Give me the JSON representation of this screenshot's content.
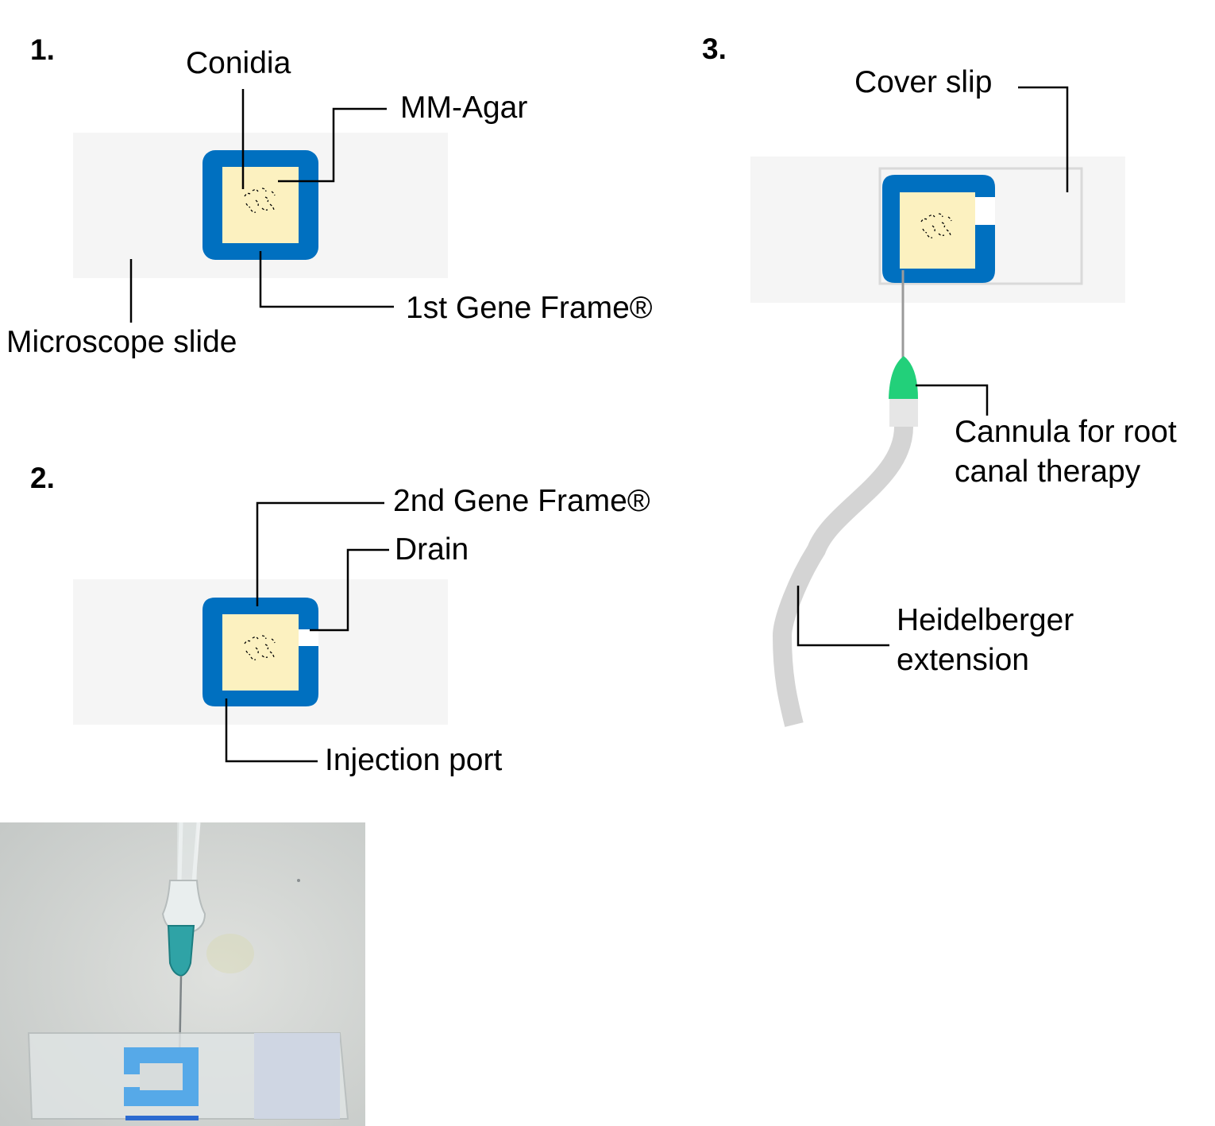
{
  "colors": {
    "slide": "#f5f5f5",
    "gene_frame": "#0070c0",
    "agar": "#fcf1c0",
    "cannula_hub": "#22d07a",
    "extension": "#d4d4d4",
    "cover_slip_border": "#d9d9d9"
  },
  "panel1": {
    "step": "1.",
    "conidia": "Conidia",
    "agar": "MM-Agar",
    "frame": "1st Gene Frame®",
    "slide": "Microscope slide"
  },
  "panel2": {
    "step": "2.",
    "frame": "2nd Gene Frame®",
    "drain": "Drain",
    "port": "Injection port"
  },
  "panel3": {
    "step": "3.",
    "cover_slip": "Cover slip",
    "cannula_line1": "Cannula for root",
    "cannula_line2": "canal therapy",
    "extension_line1": "Heidelberger",
    "extension_line2": "extension"
  }
}
